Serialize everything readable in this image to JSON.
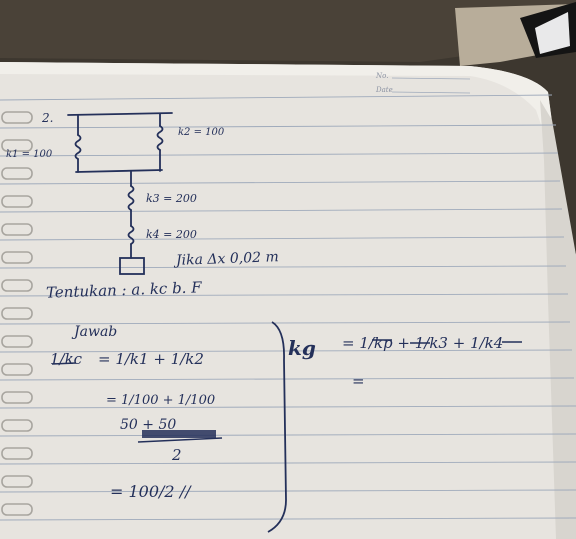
{
  "photo": {
    "subject": "spiral notebook page with handwritten physics homework",
    "ink_color": "#24305a",
    "paper_color": "#e7e4df",
    "rule_color": "#9faabb"
  },
  "header": {
    "no_label": "No.",
    "date_label": "Date"
  },
  "problem": {
    "number": "2."
  },
  "diagram": {
    "k1_label": "k1 = 100",
    "k2_label": "k2 = 100",
    "k3_label": "k3 = 200",
    "k4_label": "k4 = 200",
    "given": "Jika Δx 0,02 m"
  },
  "question": {
    "text": "Tentukan : a. kc   b. F"
  },
  "answer": {
    "heading": "Jawab",
    "lhs": "1/kc",
    "step1": "= 1/k1 + 1/k2",
    "step2": "= 1/100 + 1/100",
    "step3_top": "50 + 50",
    "step3_bottom": "2",
    "step4": "= 100/2 //"
  },
  "right_column": {
    "label": "kg",
    "equation": "= 1/kp + 1/k3 + 1/k4",
    "continuation": "="
  }
}
